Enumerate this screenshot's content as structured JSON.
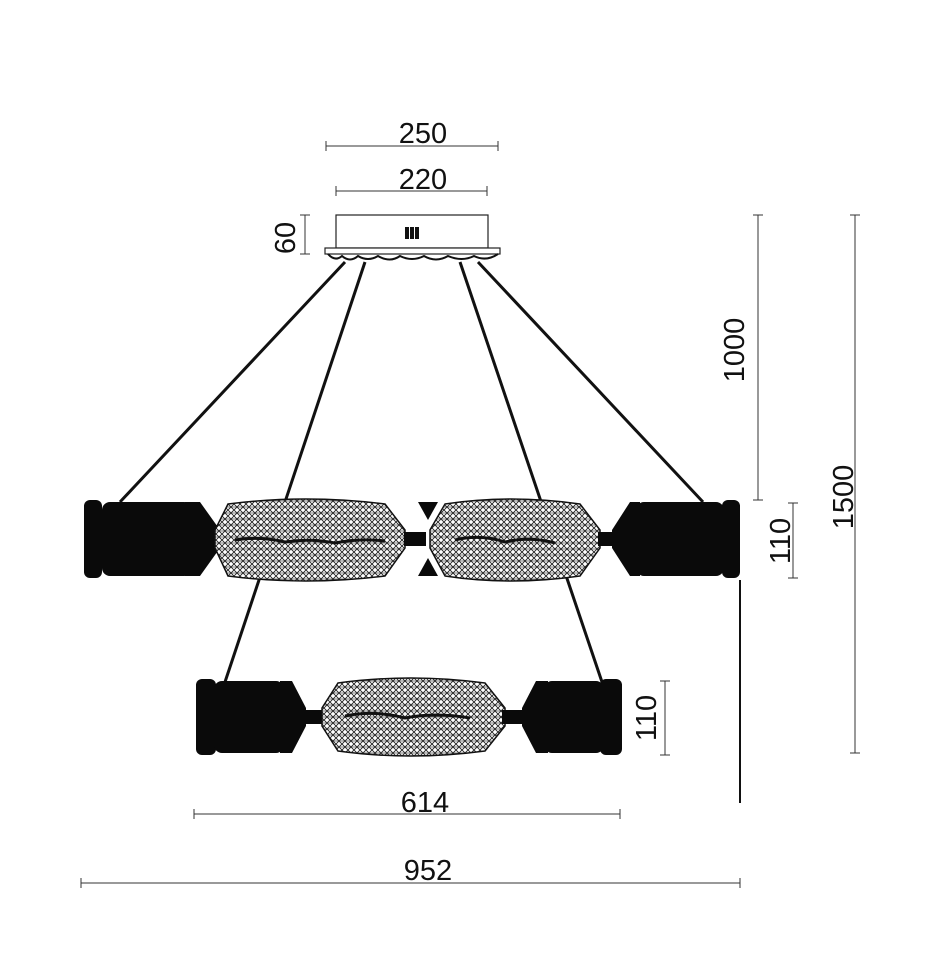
{
  "dimensions": {
    "canopy_outer": "250",
    "canopy_inner": "220",
    "canopy_height": "60",
    "drop_length": "1000",
    "total_height": "1500",
    "upper_ring_height": "110",
    "lower_ring_height": "110",
    "lower_ring_diameter": "614",
    "upper_ring_diameter": "952"
  }
}
